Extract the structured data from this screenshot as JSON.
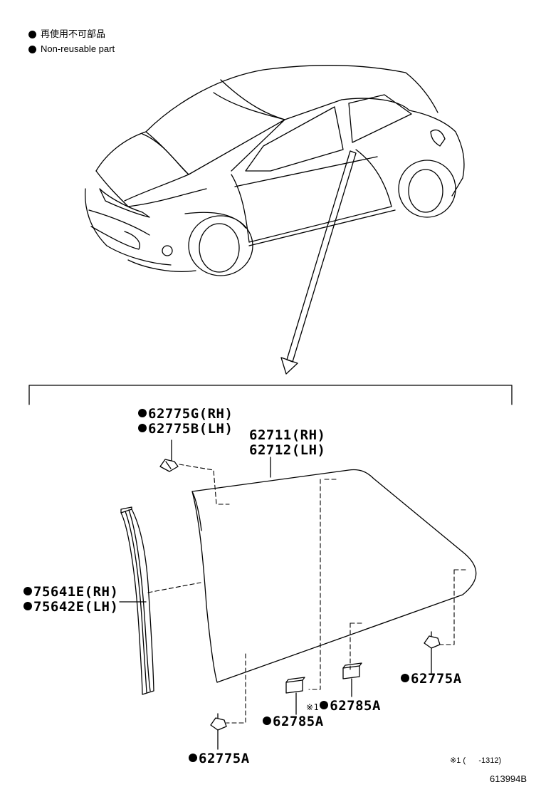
{
  "legend": [
    {
      "text": "再使用不可部品"
    },
    {
      "text": "Non-reusable part"
    }
  ],
  "parts": {
    "clip_top_rh": "62775G(RH)",
    "clip_top_lh": "62775B(LH)",
    "glass_rh": "62711(RH)",
    "glass_lh": "62712(LH)",
    "weatherstrip_rh": "75641E(RH)",
    "weatherstrip_lh": "75642E(LH)",
    "clip_right": "62775A",
    "clip_bottom": "62775A",
    "spacer_center": "62785A",
    "spacer_right": "62785A"
  },
  "marks": {
    "spacer_right_mark": "※1"
  },
  "footnote": "※1 (      -1312)",
  "figure_id": "613994B",
  "icons": [
    "non-reusable-dot-icon"
  ],
  "colors": {
    "line": "#000000",
    "background": "#ffffff"
  }
}
